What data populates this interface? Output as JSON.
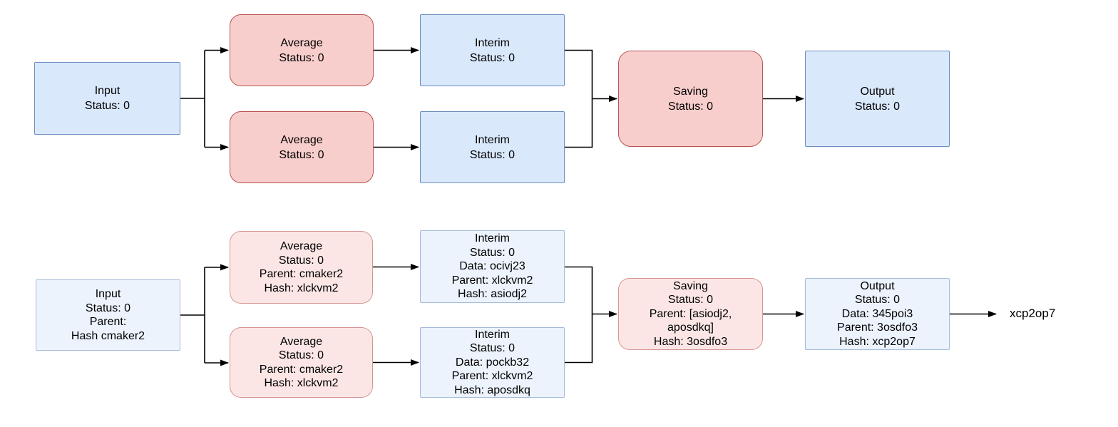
{
  "top_flow": {
    "input": [
      "Input",
      "Status: 0"
    ],
    "average_1": [
      "Average",
      "Status: 0"
    ],
    "average_2": [
      "Average",
      "Status: 0"
    ],
    "interim_1": [
      "Interim",
      "Status: 0"
    ],
    "interim_2": [
      "Interim",
      "Status: 0"
    ],
    "saving": [
      "Saving",
      "Status: 0"
    ],
    "output": [
      "Output",
      "Status: 0"
    ]
  },
  "detail_flow": {
    "input": [
      "Input",
      "Status: 0",
      "Parent:",
      "Hash cmaker2"
    ],
    "average_1": [
      "Average",
      "Status: 0",
      "Parent: cmaker2",
      "Hash: xlckvm2"
    ],
    "average_2": [
      "Average",
      "Status: 0",
      "Parent: cmaker2",
      "Hash: xlckvm2"
    ],
    "interim_1": [
      "Interim",
      "Status: 0",
      "Data: ocivj23",
      "Parent: xlckvm2",
      "Hash: asiodj2"
    ],
    "interim_2": [
      "Interim",
      "Status: 0",
      "Data: pockb32",
      "Parent: xlckvm2",
      "Hash: aposdkq"
    ],
    "saving": [
      "Saving",
      "Status: 0",
      "Parent: [asiodj2,",
      "aposdkq]",
      "Hash: 3osdfo3"
    ],
    "output": [
      "Output",
      "Status: 0",
      "Data: 345poi3",
      "Parent: 3osdfo3",
      "Hash: xcp2op7"
    ],
    "final_label": "xcp2op7"
  },
  "palette": {
    "blue_fill": "#dae8fc",
    "blue_border": "#6c8ebf",
    "red_fill": "#f8cecc",
    "red_border": "#b85450",
    "pale_variant_opacity": "50%",
    "connector": "#000000"
  }
}
